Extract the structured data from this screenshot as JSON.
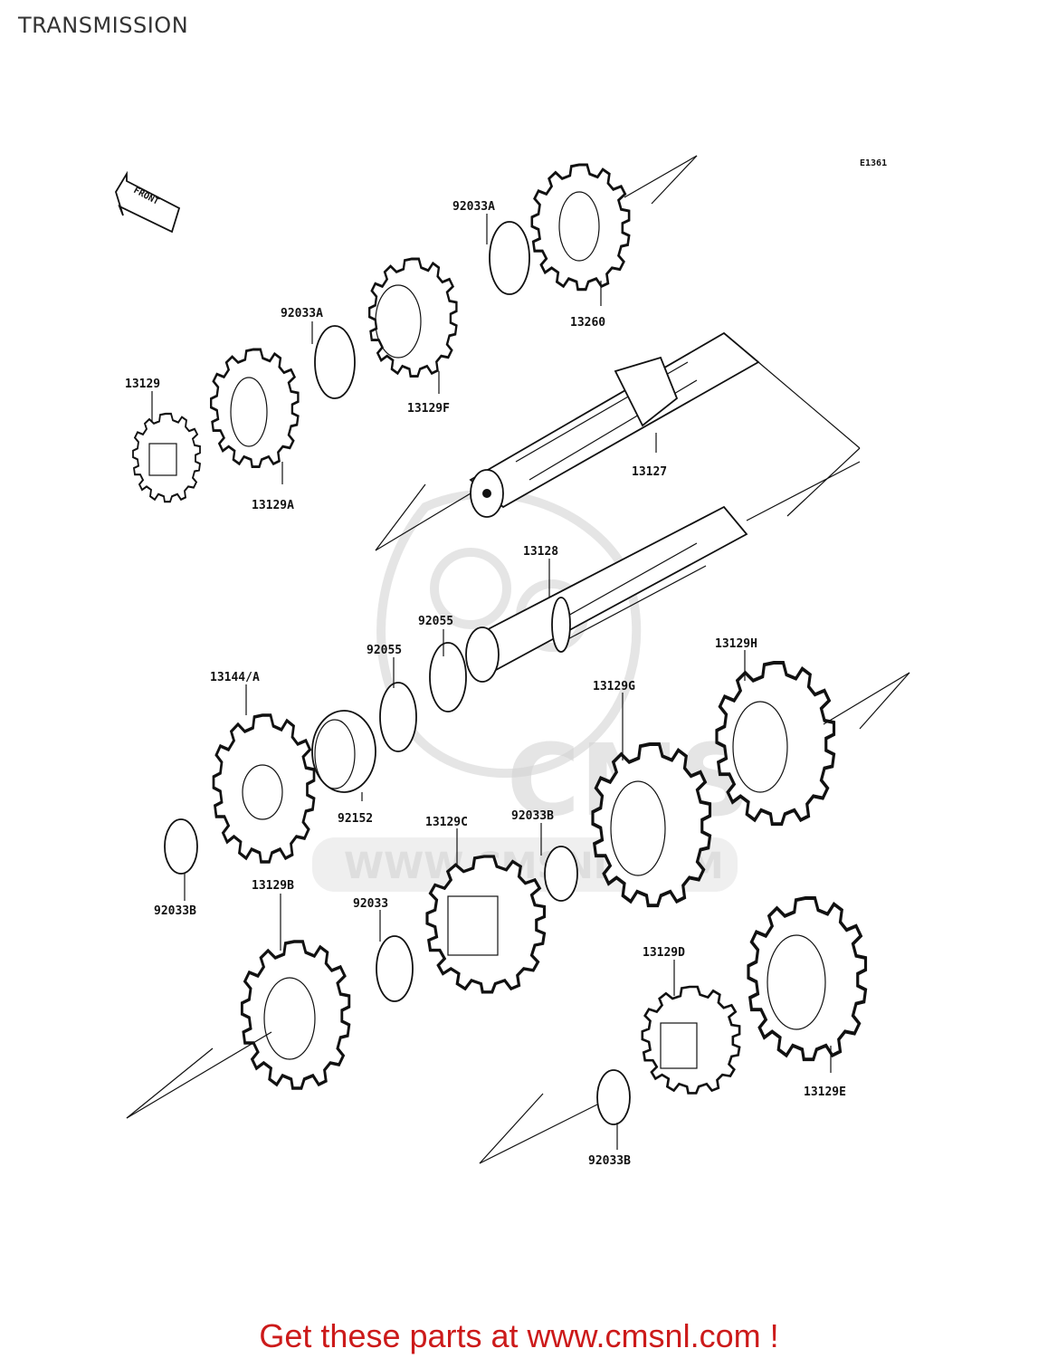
{
  "header": {
    "title": "TRANSMISSION"
  },
  "diagram": {
    "code": "E1361",
    "front_label": "FRONT",
    "watermark": {
      "text": "CMS",
      "url_text": "WWW.CMSNL.COM"
    },
    "parts": [
      "92033A",
      "13260",
      "92033A",
      "13129F",
      "13129",
      "13129A",
      "13127",
      "13128",
      "92055",
      "92055",
      "13144/A",
      "92152",
      "13129H",
      "13129G",
      "13129C",
      "92033B",
      "92033B",
      "92033",
      "13129B",
      "13129D",
      "13129E",
      "92033B"
    ]
  },
  "footer": {
    "link_text": "Get these parts at www.cmsnl.com !",
    "link_color": "#cc1a1a"
  }
}
